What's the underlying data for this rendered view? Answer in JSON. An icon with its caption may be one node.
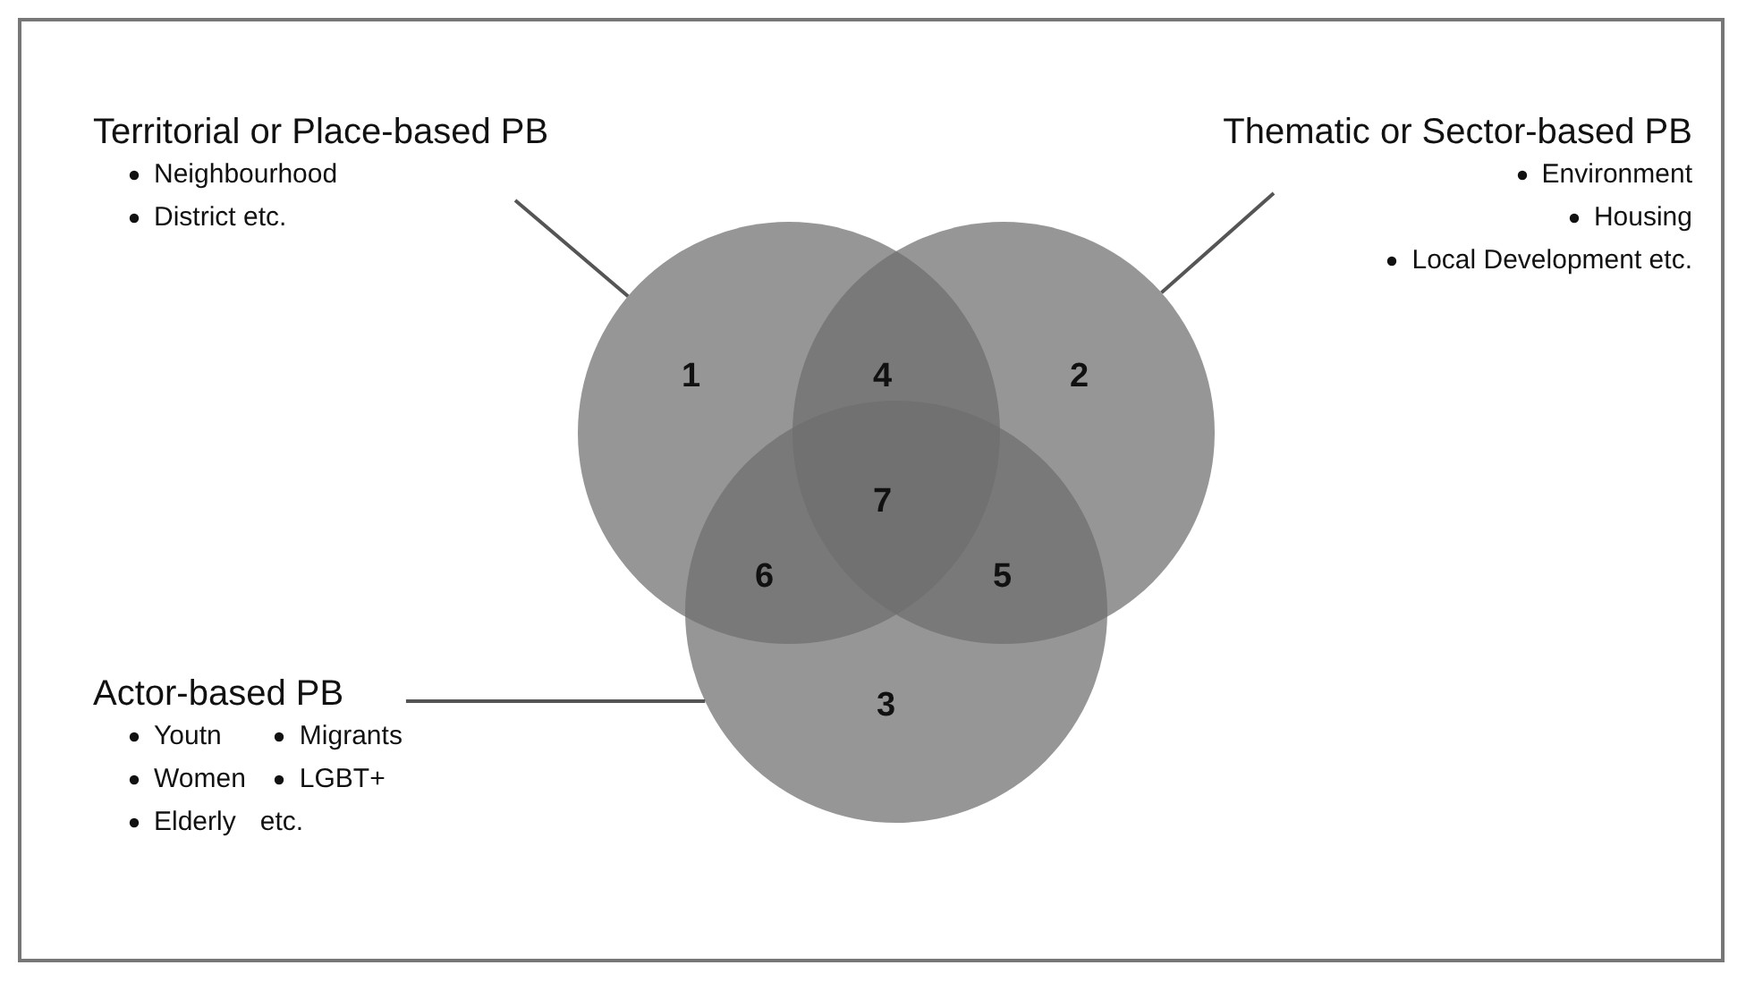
{
  "diagram": {
    "nodes": [
      {
        "text": [
          "Territorial or Place-based PB",
          "Neighbourhood",
          "District etc."
        ]
      },
      {
        "text": [
          "Thematic or Sector-based PB",
          "Environment",
          "Housing",
          "Local Development etc."
        ]
      },
      {
        "text": [
          "1"
        ]
      },
      {
        "text": [
          "2"
        ]
      },
      {
        "text": [
          "3"
        ]
      },
      {
        "text": [
          "Actor-based PB",
          "Youtn",
          "Migrants",
          "Women",
          "LGBT+",
          "Elderly",
          "etc."
        ]
      }
    ],
    "edges": [
      {
        "from": 0,
        "to": 2,
        "arrow": "none"
      },
      {
        "from": 1,
        "to": 3,
        "arrow": "none"
      },
      {
        "from": 5,
        "to": 4,
        "arrow": "none"
      }
    ],
    "labels": [
      "4",
      "7",
      "6",
      "5"
    ]
  }
}
